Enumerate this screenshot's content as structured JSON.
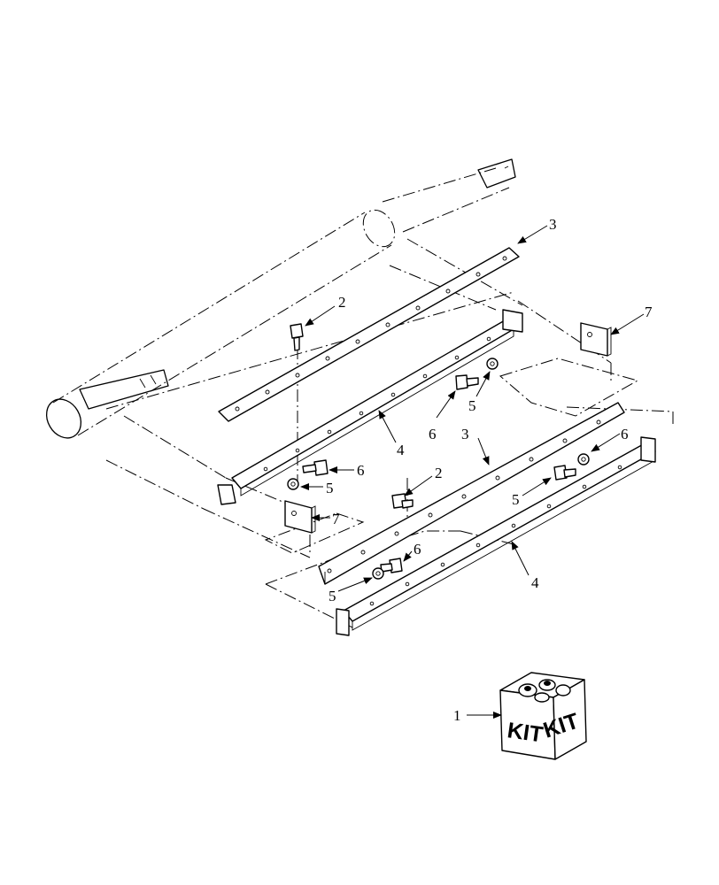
{
  "callouts": {
    "c1": "1",
    "c2a": "2",
    "c2b": "2",
    "c3a": "3",
    "c3b": "3",
    "c4a": "4",
    "c4b": "4",
    "c5a": "5",
    "c5b": "5",
    "c5c": "5",
    "c5d": "5",
    "c6a": "6",
    "c6b": "6",
    "c6c": "6",
    "c6d": "6",
    "c7a": "7",
    "c7b": "7"
  },
  "kit_box": {
    "left_label": "KIT",
    "right_label": "KIT"
  }
}
